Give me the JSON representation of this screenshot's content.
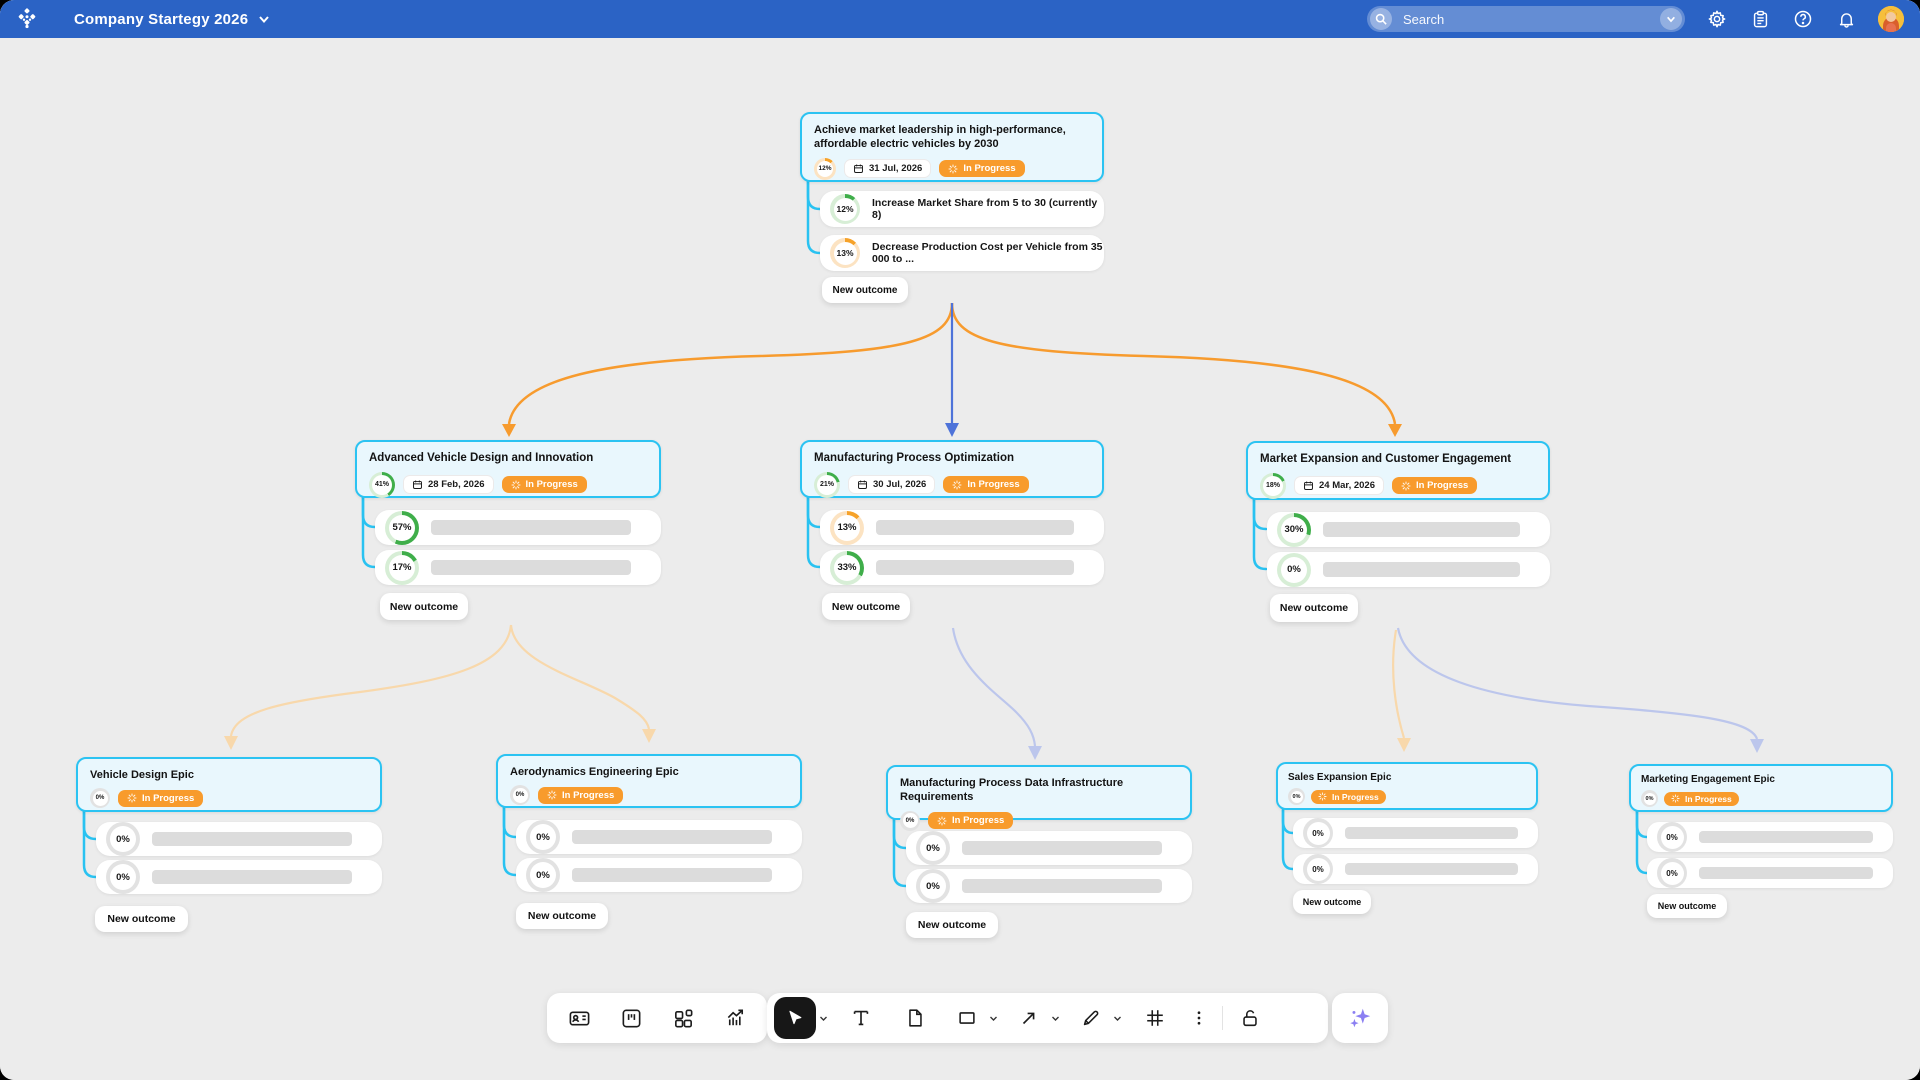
{
  "topbar": {
    "board_title": "Company Startegy 2026",
    "search_placeholder": "Search",
    "icons": [
      "settings-icon",
      "clipboard-icon",
      "help-icon",
      "notifications-icon",
      "user-avatar"
    ]
  },
  "labels": {
    "new_outcome": "New outcome",
    "in_progress": "In Progress"
  },
  "colors": {
    "topbar": "#2b63c5",
    "canvas": "#ececec",
    "card_border": "#2bc3f2",
    "card_bg": "#e9f7fd",
    "badge": "#f89b2c",
    "connector_cyan": "#29c2f1",
    "arrow_blue": "#4e73d9",
    "arrow_orange": "#f79b2e",
    "arrow_peach": "#f8d8ab",
    "arrow_lavender": "#bcc6ec",
    "ring_green": "#3fae4a",
    "ring_green_track": "#d7eed6",
    "ring_orange": "#f6a229",
    "ring_orange_track": "#fce3c2",
    "ring_gray_track": "#e2e2e2"
  },
  "trees": [
    {
      "title": "Achieve market leadership in high-performance, affordable electric vehicles by 2030",
      "ring": {
        "pct": 12,
        "pct_label": "12%",
        "color": "#f6a229",
        "track": "#fce3c2"
      },
      "date": "31 Jul, 2026",
      "status": "In Progress",
      "outcomes": [
        {
          "ring": {
            "pct": 12,
            "pct_label": "12%",
            "color": "#3fae4a",
            "track": "#d7eed6"
          },
          "label": "Increase Market Share from 5 to 30 (currently 8)"
        },
        {
          "ring": {
            "pct": 13,
            "pct_label": "13%",
            "color": "#f6a229",
            "track": "#fce3c2"
          },
          "label": "Decrease Production Cost per Vehicle from 35 000 to ..."
        }
      ]
    },
    {
      "title": "Advanced Vehicle Design and Innovation",
      "ring": {
        "pct": 41,
        "pct_label": "41%",
        "color": "#3fae4a",
        "track": "#d7eed6"
      },
      "date": "28 Feb, 2026",
      "status": "In Progress",
      "outcomes": [
        {
          "ring": {
            "pct": 57,
            "pct_label": "57%",
            "color": "#3fae4a",
            "track": "#d7eed6"
          }
        },
        {
          "ring": {
            "pct": 17,
            "pct_label": "17%",
            "color": "#3fae4a",
            "track": "#d7eed6"
          }
        }
      ]
    },
    {
      "title": "Manufacturing Process Optimization",
      "ring": {
        "pct": 21,
        "pct_label": "21%",
        "color": "#3fae4a",
        "track": "#d7eed6"
      },
      "date": "30 Jul, 2026",
      "status": "In Progress",
      "outcomes": [
        {
          "ring": {
            "pct": 13,
            "pct_label": "13%",
            "color": "#f6a229",
            "track": "#fce3c2"
          }
        },
        {
          "ring": {
            "pct": 33,
            "pct_label": "33%",
            "color": "#3fae4a",
            "track": "#d7eed6"
          }
        }
      ]
    },
    {
      "title": "Market Expansion and Customer Engagement",
      "ring": {
        "pct": 18,
        "pct_label": "18%",
        "color": "#3fae4a",
        "track": "#d7eed6"
      },
      "date": "24 Mar, 2026",
      "status": "In Progress",
      "outcomes": [
        {
          "ring": {
            "pct": 30,
            "pct_label": "30%",
            "color": "#3fae4a",
            "track": "#d7eed6"
          }
        },
        {
          "ring": {
            "pct": 0,
            "pct_label": "0%",
            "color": "#3fae4a",
            "track": "#d7eed6"
          }
        }
      ]
    },
    {
      "title": "Vehicle Design Epic",
      "ring": {
        "pct": 0,
        "pct_label": "0%",
        "color": "#e2e2e2",
        "track": "#e2e2e2"
      },
      "status": "In Progress",
      "outcomes": [
        {
          "ring": {
            "pct": 0,
            "pct_label": "0%",
            "color": "#e2e2e2",
            "track": "#e2e2e2"
          }
        },
        {
          "ring": {
            "pct": 0,
            "pct_label": "0%",
            "color": "#e2e2e2",
            "track": "#e2e2e2"
          }
        }
      ]
    },
    {
      "title": "Aerodynamics Engineering Epic",
      "ring": {
        "pct": 0,
        "pct_label": "0%",
        "color": "#e2e2e2",
        "track": "#e2e2e2"
      },
      "status": "In Progress",
      "outcomes": [
        {
          "ring": {
            "pct": 0,
            "pct_label": "0%",
            "color": "#e2e2e2",
            "track": "#e2e2e2"
          }
        },
        {
          "ring": {
            "pct": 0,
            "pct_label": "0%",
            "color": "#e2e2e2",
            "track": "#e2e2e2"
          }
        }
      ]
    },
    {
      "title": "Manufacturing Process Data Infrastructure Requirements",
      "ring": {
        "pct": 0,
        "pct_label": "0%",
        "color": "#e2e2e2",
        "track": "#e2e2e2"
      },
      "status": "In Progress",
      "outcomes": [
        {
          "ring": {
            "pct": 0,
            "pct_label": "0%",
            "color": "#e2e2e2",
            "track": "#e2e2e2"
          }
        },
        {
          "ring": {
            "pct": 0,
            "pct_label": "0%",
            "color": "#e2e2e2",
            "track": "#e2e2e2"
          }
        }
      ]
    },
    {
      "title": "Sales Expansion Epic",
      "ring": {
        "pct": 0,
        "pct_label": "0%",
        "color": "#e2e2e2",
        "track": "#e2e2e2"
      },
      "status": "In Progress",
      "outcomes": [
        {
          "ring": {
            "pct": 0,
            "pct_label": "0%",
            "color": "#e2e2e2",
            "track": "#e2e2e2"
          }
        },
        {
          "ring": {
            "pct": 0,
            "pct_label": "0%",
            "color": "#e2e2e2",
            "track": "#e2e2e2"
          }
        }
      ]
    },
    {
      "title": "Marketing Engagement Epic",
      "ring": {
        "pct": 0,
        "pct_label": "0%",
        "color": "#e2e2e2",
        "track": "#e2e2e2"
      },
      "status": "In Progress",
      "outcomes": [
        {
          "ring": {
            "pct": 0,
            "pct_label": "0%",
            "color": "#e2e2e2",
            "track": "#e2e2e2"
          }
        },
        {
          "ring": {
            "pct": 0,
            "pct_label": "0%",
            "color": "#e2e2e2",
            "track": "#e2e2e2"
          }
        }
      ]
    }
  ],
  "toolbar": {
    "group1": [
      "members-card",
      "kanban",
      "widgets",
      "insights-chart"
    ],
    "group2": [
      "select (active)",
      "text",
      "document",
      "shape",
      "arrow",
      "pen",
      "frame",
      "more",
      "lock"
    ],
    "ai": "ai-assistant"
  }
}
